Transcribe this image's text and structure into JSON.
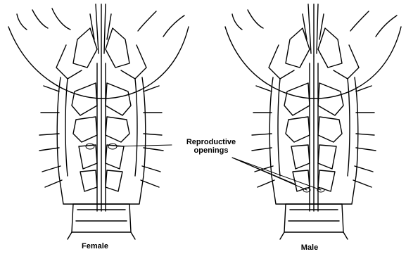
{
  "labels": {
    "reproductive_openings_line1": "Reproductive",
    "reproductive_openings_line2": "openings",
    "female": "Female",
    "male": "Male"
  }
}
